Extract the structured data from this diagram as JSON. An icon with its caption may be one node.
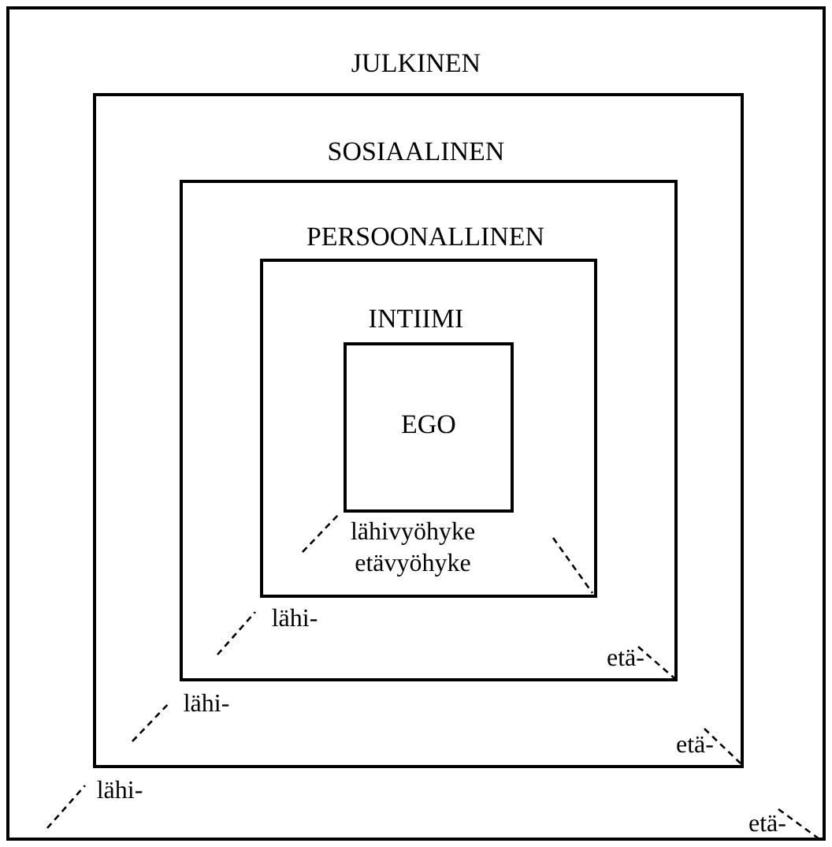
{
  "diagram": {
    "nodes": [
      {
        "text": [
          "JULKINEN",
          "lähi-",
          "etä-"
        ]
      },
      {
        "text": [
          "SOSIAALINEN",
          "lähi-",
          "etä-"
        ],
        "in": 0
      },
      {
        "text": [
          "PERSOONALLINEN",
          "lähi-",
          "etä-"
        ],
        "in": 1
      },
      {
        "text": [
          "INTIIMI",
          "lähivyöhyke",
          "etävyöhyke"
        ],
        "in": 2
      },
      {
        "text": [
          "EGO"
        ],
        "in": 3
      }
    ]
  }
}
